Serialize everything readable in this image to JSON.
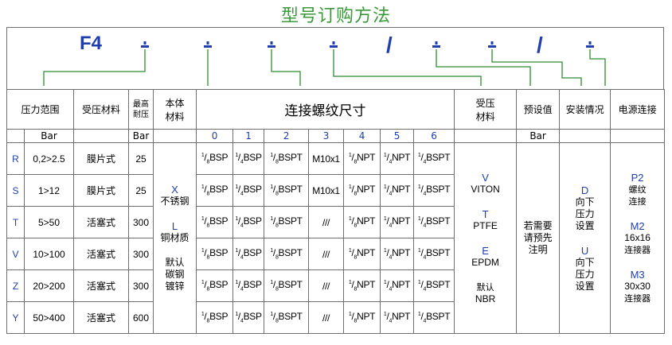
{
  "title": "型号订购方法",
  "code_line": {
    "prefix": "F4",
    "slash1": "/",
    "slash2": "/",
    "accent_color": "#1f3fae",
    "leader_color": "#2e8b2e"
  },
  "headers": {
    "pressure_range": "压力范围",
    "sensing_material": "受压材料",
    "max_pressure": [
      "最高",
      "耐压"
    ],
    "body_material": [
      "本体",
      "材料"
    ],
    "connection_size": "连接螺纹尺寸",
    "seal_material": [
      "受压",
      "材料"
    ],
    "preset": "预设值",
    "mounting": "安装情况",
    "power_connection": "电源连接"
  },
  "subheaders": {
    "bar1": "Bar",
    "bar2": "Bar",
    "bar3": "Bar",
    "conn_cols": [
      "0",
      "1",
      "2",
      "3",
      "4",
      "5",
      "6"
    ]
  },
  "rows": [
    {
      "code": "R",
      "range": "0,2>2.5",
      "material": "膜片式",
      "maxp": "25",
      "conn": [
        [
          "1",
          "8",
          "BSP"
        ],
        [
          "1",
          "4",
          "BSP"
        ],
        [
          "1",
          "8",
          "BSPT"
        ],
        [
          "",
          "",
          "M10x1"
        ],
        [
          "1",
          "8",
          "NPT"
        ],
        [
          "1",
          "4",
          "NPT"
        ],
        [
          "1",
          "4",
          "BSPT"
        ]
      ]
    },
    {
      "code": "S",
      "range": "1>12",
      "material": "膜片式",
      "maxp": "25",
      "conn": [
        [
          "1",
          "8",
          "BSP"
        ],
        [
          "1",
          "4",
          "BSP"
        ],
        [
          "1",
          "8",
          "BSPT"
        ],
        [
          "",
          "",
          "M10x1"
        ],
        [
          "1",
          "8",
          "NPT"
        ],
        [
          "1",
          "4",
          "NPT"
        ],
        [
          "1",
          "4",
          "BSPT"
        ]
      ]
    },
    {
      "code": "T",
      "range": "5>50",
      "material": "活塞式",
      "maxp": "300",
      "conn": [
        [
          "1",
          "8",
          "BSP"
        ],
        [
          "1",
          "4",
          "BSP"
        ],
        [
          "1",
          "8",
          "BSPT"
        ],
        [
          "",
          "",
          "///"
        ],
        [
          "1",
          "8",
          "NPT"
        ],
        [
          "1",
          "4",
          "NPT"
        ],
        [
          "1",
          "4",
          "BSPT"
        ]
      ]
    },
    {
      "code": "V",
      "range": "10>100",
      "material": "活塞式",
      "maxp": "300",
      "conn": [
        [
          "1",
          "8",
          "BSP"
        ],
        [
          "1",
          "4",
          "BSP"
        ],
        [
          "1",
          "8",
          "BSPT"
        ],
        [
          "",
          "",
          "///"
        ],
        [
          "1",
          "8",
          "NPT"
        ],
        [
          "1",
          "4",
          "NPT"
        ],
        [
          "1",
          "4",
          "BSPT"
        ]
      ]
    },
    {
      "code": "Z",
      "range": "20>200",
      "material": "活塞式",
      "maxp": "300",
      "conn": [
        [
          "1",
          "8",
          "BSP"
        ],
        [
          "1",
          "4",
          "BSP"
        ],
        [
          "1",
          "8",
          "BSPT"
        ],
        [
          "",
          "",
          "///"
        ],
        [
          "1",
          "8",
          "NPT"
        ],
        [
          "1",
          "4",
          "NPT"
        ],
        [
          "1",
          "4",
          "BSPT"
        ]
      ]
    },
    {
      "code": "Y",
      "range": "50>400",
      "material": "活塞式",
      "maxp": "600",
      "conn": [
        [
          "1",
          "8",
          "BSP"
        ],
        [
          "1",
          "4",
          "BSP"
        ],
        [
          "1",
          "8",
          "BSPT"
        ],
        [
          "",
          "",
          "///"
        ],
        [
          "1",
          "8",
          "NPT"
        ],
        [
          "1",
          "4",
          "NPT"
        ],
        [
          "1",
          "4",
          "BSPT"
        ]
      ]
    }
  ],
  "body_material": {
    "x_code": "X",
    "x_label": "不锈钢",
    "l_code": "L",
    "l_label": "铜材质",
    "default": [
      "默认",
      "碳钢",
      "镀锌"
    ]
  },
  "seal_material": {
    "v_code": "V",
    "v_label": "VITON",
    "t_code": "T",
    "t_label": "PTFE",
    "e_code": "E",
    "e_label": "EPDM",
    "default": [
      "默认",
      "NBR"
    ]
  },
  "preset_note": [
    "若需要",
    "请预先",
    "注明"
  ],
  "mounting": {
    "d_code": "D",
    "d_label": [
      "向下",
      "压力",
      "设置"
    ],
    "u_code": "U",
    "u_label": [
      "向下",
      "压力",
      "设置"
    ]
  },
  "power": {
    "p2_code": "P2",
    "p2_label": [
      "螺纹",
      "连接"
    ],
    "m2_code": "M2",
    "m2_size": "16x16",
    "m2_label": "连接器",
    "m3_code": "M3",
    "m3_size": "30x30",
    "m3_label": "连接器"
  }
}
